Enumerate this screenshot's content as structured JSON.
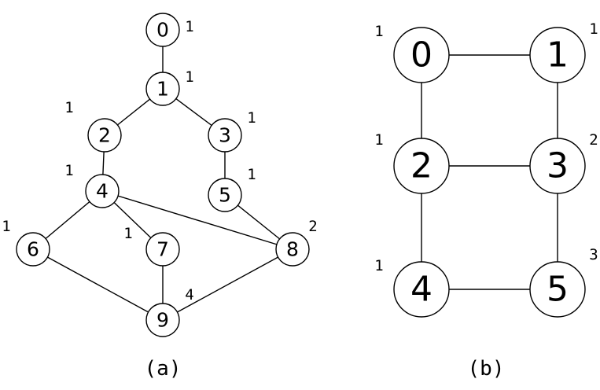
{
  "graphs": [
    {
      "id": "a",
      "caption": "(a)",
      "nodes": [
        {
          "label": "0",
          "weight": "1"
        },
        {
          "label": "1",
          "weight": "1"
        },
        {
          "label": "2",
          "weight": "1"
        },
        {
          "label": "3",
          "weight": "1"
        },
        {
          "label": "4",
          "weight": "1"
        },
        {
          "label": "5",
          "weight": "1"
        },
        {
          "label": "6",
          "weight": "1"
        },
        {
          "label": "7",
          "weight": "1"
        },
        {
          "label": "8",
          "weight": "2"
        },
        {
          "label": "9",
          "weight": "4"
        }
      ],
      "edges": [
        [
          0,
          1
        ],
        [
          1,
          2
        ],
        [
          1,
          3
        ],
        [
          2,
          4
        ],
        [
          3,
          5
        ],
        [
          4,
          6
        ],
        [
          4,
          7
        ],
        [
          4,
          8
        ],
        [
          5,
          8
        ],
        [
          6,
          9
        ],
        [
          7,
          9
        ],
        [
          8,
          9
        ]
      ]
    },
    {
      "id": "b",
      "caption": "(b)",
      "nodes": [
        {
          "label": "0",
          "weight": "1"
        },
        {
          "label": "1",
          "weight": "1"
        },
        {
          "label": "2",
          "weight": "1"
        },
        {
          "label": "3",
          "weight": "2"
        },
        {
          "label": "4",
          "weight": "1"
        },
        {
          "label": "5",
          "weight": "3"
        }
      ],
      "edges": [
        [
          0,
          1
        ],
        [
          0,
          2
        ],
        [
          1,
          3
        ],
        [
          2,
          3
        ],
        [
          2,
          4
        ],
        [
          3,
          5
        ],
        [
          4,
          5
        ]
      ]
    }
  ]
}
